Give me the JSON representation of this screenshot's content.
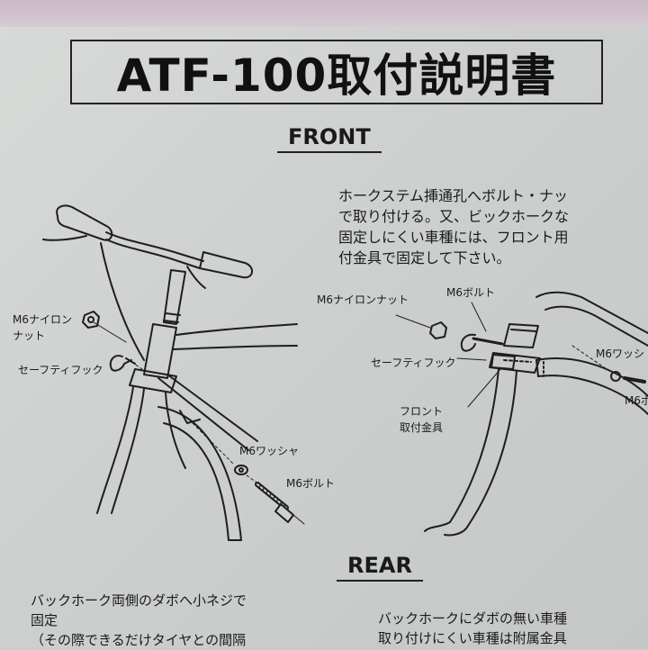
{
  "title": "ATF-100取付説明書",
  "front": {
    "heading": "FRONT",
    "note": "ホークステム挿通孔へボルト・ナッ\nで取り付ける。又、ビックホークな\n固定しにくい車種には、フロント用\n付金具で固定して下さい。",
    "left_labels": {
      "nylon_nut": "M6ナイロン\nナット",
      "safety_hook": "セーフティフック",
      "washer": "M6ワッシャ",
      "bolt": "M6ボルト"
    },
    "right_labels": {
      "nylon_nut": "M6ナイロンナット",
      "bolt": "M6ボルト",
      "safety_hook": "セーフティフック",
      "front_bracket": "フロント\n取付金具",
      "washer": "M6ワッシ",
      "bolt_cut": "M6ボ"
    }
  },
  "rear": {
    "heading": "REAR",
    "note_left": "バックホーク両側のダボへ小ネジで\n固定\n（その際できるだけタイヤとの間隔",
    "note_right": "バックホークにダボの無い車種\n取り付けにくい車種は附属金具"
  }
}
